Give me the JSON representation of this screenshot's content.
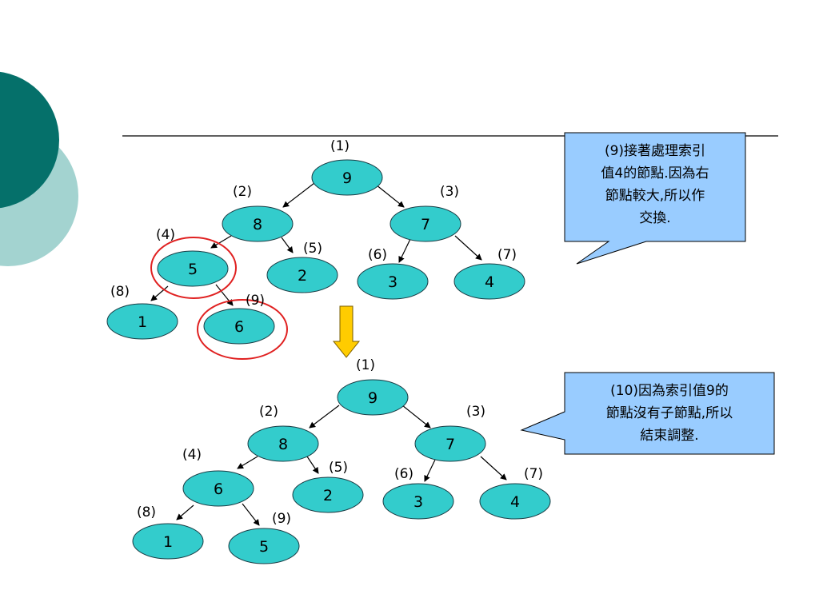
{
  "colors": {
    "node_fill": "#33CCCC",
    "node_stroke": "#1a3c44",
    "highlight": "#e02020",
    "callout_fill": "#99CCFF",
    "arrow_fill": "#FFCC00",
    "decor_dark": "#05706a",
    "decor_light": "#a3d3d0"
  },
  "callouts": {
    "step9": [
      "(9)接著處理索引",
      "值4的節點.因為右",
      "節點較大,所以作",
      "交換."
    ],
    "step10": [
      "(10)因為索引值9的",
      "節點沒有子節點,所以",
      "結束調整."
    ]
  },
  "trees": [
    {
      "nodes": [
        {
          "index": "(1)",
          "value": "9"
        },
        {
          "index": "(2)",
          "value": "8"
        },
        {
          "index": "(3)",
          "value": "7"
        },
        {
          "index": "(4)",
          "value": "5"
        },
        {
          "index": "(5)",
          "value": "2"
        },
        {
          "index": "(6)",
          "value": "3"
        },
        {
          "index": "(7)",
          "value": "4"
        },
        {
          "index": "(8)",
          "value": "1"
        },
        {
          "index": "(9)",
          "value": "6"
        }
      ],
      "highlighted": [
        "(4)",
        "(9)"
      ]
    },
    {
      "nodes": [
        {
          "index": "(1)",
          "value": "9"
        },
        {
          "index": "(2)",
          "value": "8"
        },
        {
          "index": "(3)",
          "value": "7"
        },
        {
          "index": "(4)",
          "value": "6"
        },
        {
          "index": "(5)",
          "value": "2"
        },
        {
          "index": "(6)",
          "value": "3"
        },
        {
          "index": "(7)",
          "value": "4"
        },
        {
          "index": "(8)",
          "value": "1"
        },
        {
          "index": "(9)",
          "value": "5"
        }
      ],
      "highlighted": []
    }
  ]
}
